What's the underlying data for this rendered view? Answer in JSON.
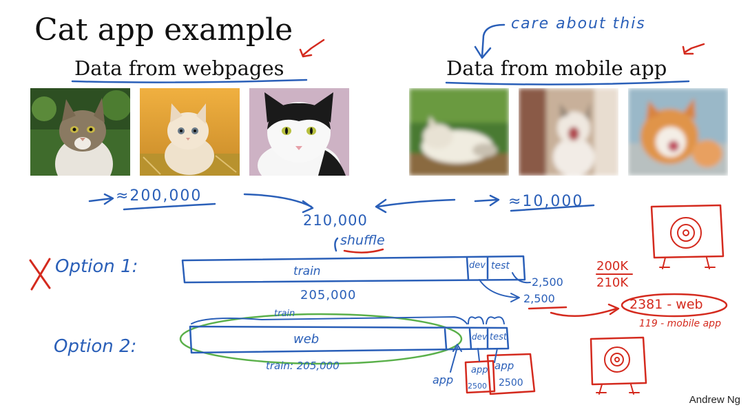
{
  "slide": {
    "title": "Cat app example",
    "web_heading": "Data from webpages",
    "mobile_heading": "Data from mobile app",
    "credit": "Andrew Ng"
  },
  "annotations": {
    "care_note": "care about this",
    "web_count": "≈200,000",
    "mobile_count": "≈10,000",
    "total_count": "210,000",
    "shuffle_note": "shuffle",
    "option1_label": "Option 1:",
    "option1_train": "train",
    "option1_dev": "dev",
    "option1_test": "test",
    "option1_train_size": "205,000",
    "option1_dev_size": "2,500",
    "option1_test_size": "2,500",
    "ratio_top": "200K",
    "ratio_bottom": "210K",
    "web_split": "2381 - web",
    "mobile_split": "119 - mobile app",
    "option2_label": "Option 2:",
    "option2_web": "web",
    "option2_train_top": "train",
    "option2_train_size": "train: 205,000",
    "option2_dev": "dev",
    "option2_test": "test",
    "option2_app": "app",
    "option2_dev_app": "app",
    "option2_dev_size": "2500",
    "option2_test_app": "app",
    "option2_test_size": "2500"
  },
  "colors": {
    "blue_ink": "#2a5fb8",
    "red_ink": "#d42a1e",
    "green_ink": "#5ab04a"
  }
}
